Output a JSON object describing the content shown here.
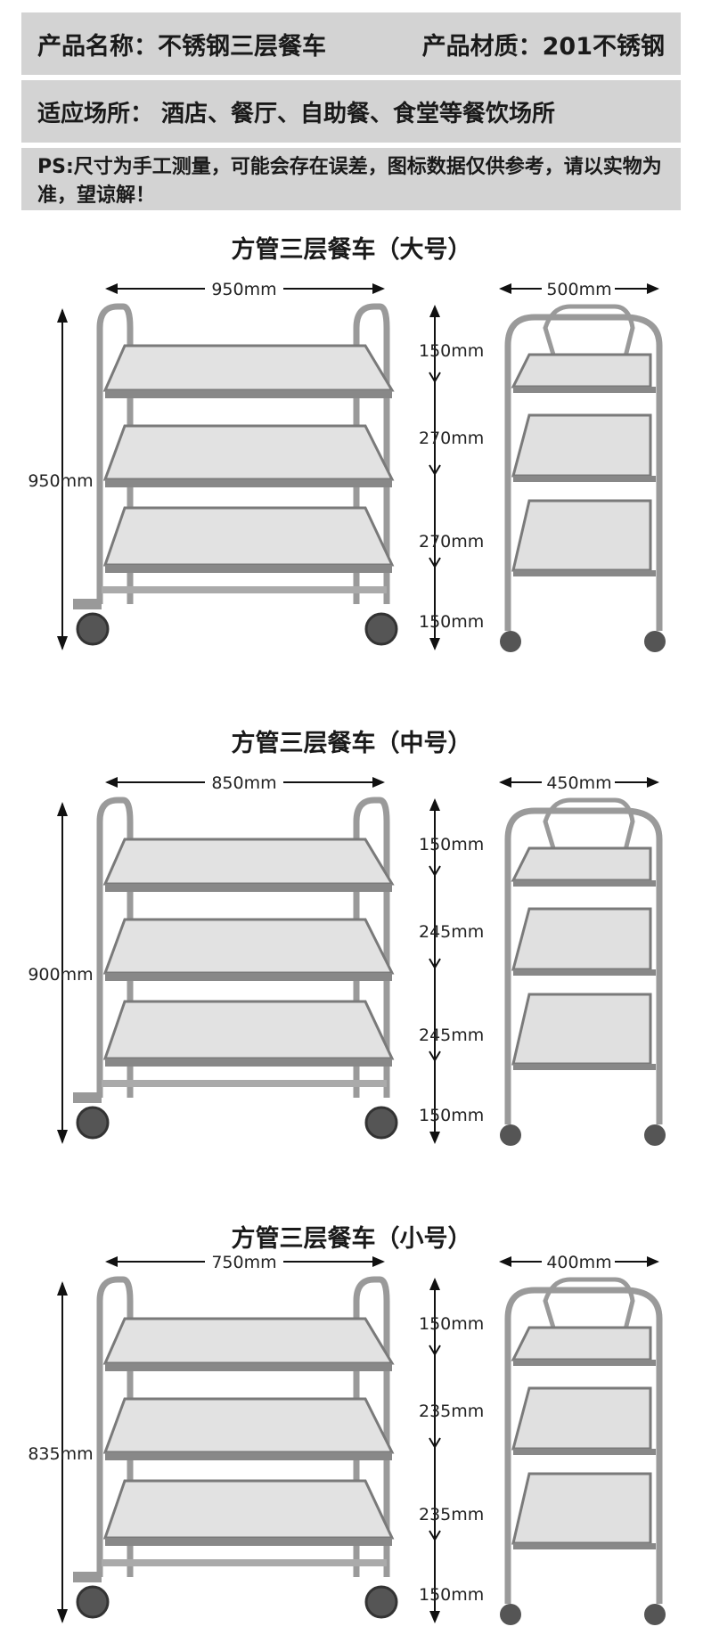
{
  "header": {
    "product_name": "产品名称：不锈钢三层餐车",
    "material": "产品材质：201不锈钢",
    "venue": "适应场所：  酒店、餐厅、自助餐、食堂等餐饮场所",
    "note": "PS:尺寸为手工测量，可能会存在误差，图标数据仅供参考，请以实物为准，望谅解！"
  },
  "sections": [
    {
      "title": "方管三层餐车（大号）",
      "width": "950mm",
      "depth": "500mm",
      "height": "950mm",
      "gaps": [
        "150mm",
        "270mm",
        "270mm",
        "150mm"
      ]
    },
    {
      "title": "方管三层餐车（中号）",
      "width": "850mm",
      "depth": "450mm",
      "height": "900mm",
      "gaps": [
        "150mm",
        "245mm",
        "245mm",
        "150mm"
      ]
    },
    {
      "title": "方管三层餐车（小号）",
      "width": "750mm",
      "depth": "400mm",
      "height": "835mm",
      "gaps": [
        "150mm",
        "235mm",
        "235mm",
        "150mm"
      ]
    }
  ]
}
